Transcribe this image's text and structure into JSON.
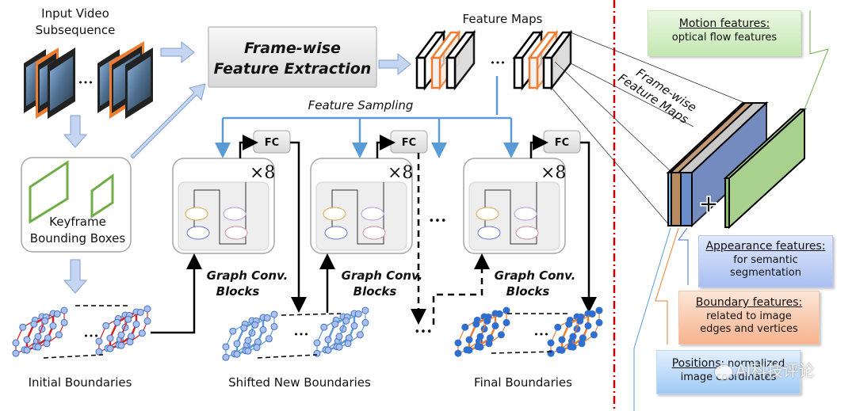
{
  "labels": {
    "input_video": [
      "Input Video",
      "Subsequence"
    ],
    "feature_extraction": [
      "Frame-wise",
      "Feature Extraction"
    ],
    "feature_maps": "Feature Maps",
    "feature_sampling": "Feature Sampling",
    "keyframe_boxes": [
      "Keyframe",
      "Bounding Boxes"
    ],
    "fc": "FC",
    "repeat": "×8",
    "graph_conv": [
      "Graph Conv.",
      "Blocks"
    ],
    "initial_boundaries": "Initial Boundaries",
    "shifted_boundaries": "Shifted New Boundaries",
    "final_boundaries": "Final Boundaries",
    "ellipsis": "•••",
    "framewise_maps": [
      "Frame-wise",
      "Feature Maps"
    ],
    "plus": "+"
  },
  "feature_boxes": {
    "motion": {
      "head": "Motion features",
      "body": [
        "optical flow features"
      ]
    },
    "appearance": {
      "head": "Appearance features",
      "body": [
        "for semantic",
        "segmentation"
      ]
    },
    "boundary": {
      "head": "Boundary features",
      "body": [
        "related to image",
        "edges and vertices"
      ]
    },
    "positions": {
      "head": "Positions",
      "body": [
        "normalized",
        "image coordinates"
      ]
    }
  },
  "watermark": "AI科技评论",
  "colors": {
    "accent_blue": "#5b9bd5",
    "arrow_fill": "#c5d6f2",
    "orange": "#ed7d31",
    "green": "#70ad47",
    "red_divider": "#c00000",
    "vertex_blue": "#2e6fd0",
    "vertex_light": "#a9c0f0"
  }
}
